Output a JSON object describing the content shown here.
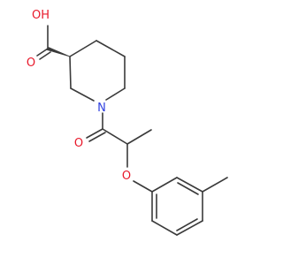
{
  "molecule": {
    "colors": {
      "bond": "#3a3a3a",
      "oxygen": "#e8182a",
      "nitrogen": "#2e3fe0"
    },
    "atoms": {
      "carboxyl_oh": "OH",
      "carboxyl_o": "O",
      "ring_n": "N",
      "amide_o": "O",
      "ether_o": "O"
    }
  }
}
